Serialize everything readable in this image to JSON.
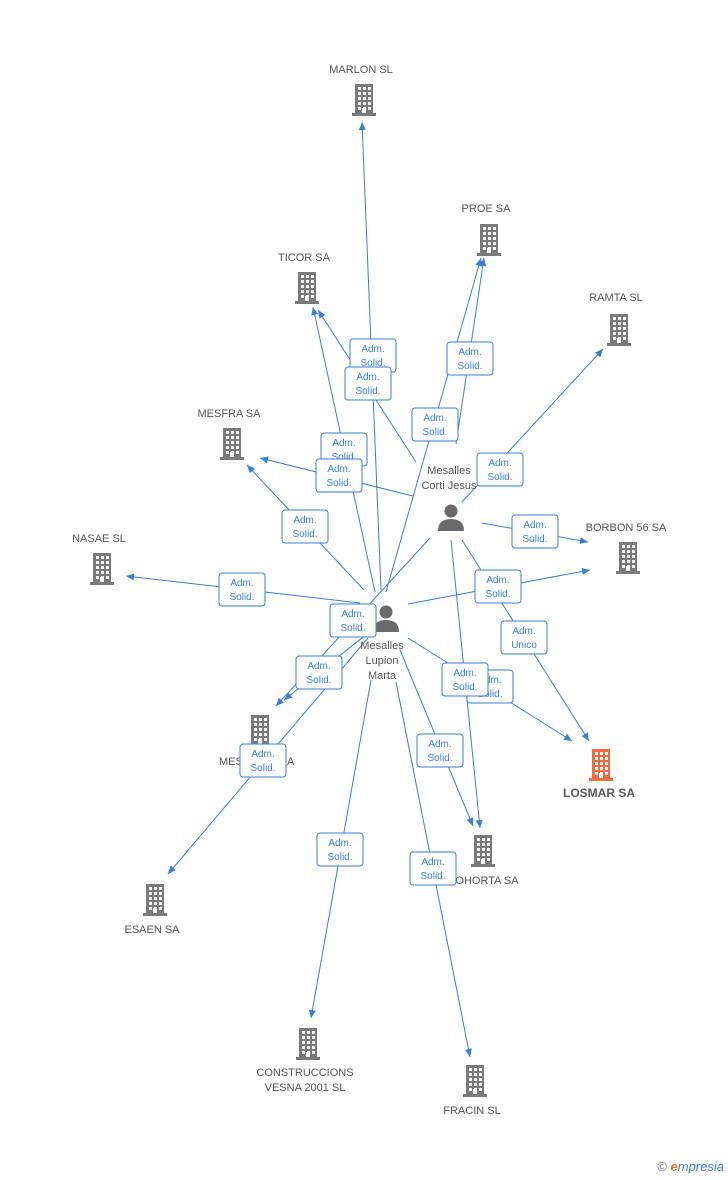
{
  "diagram": {
    "colors": {
      "edge": "#3a7fd5",
      "company": "#7a7a7a",
      "highlight": "#f26a3d",
      "person": "#6a6a6a"
    },
    "nodes": [
      {
        "id": "marlon",
        "type": "company",
        "lines": [
          "MARLON SL"
        ]
      },
      {
        "id": "proe",
        "type": "company",
        "lines": [
          "PROE SA"
        ]
      },
      {
        "id": "ticor",
        "type": "company",
        "lines": [
          "TICOR SA"
        ]
      },
      {
        "id": "ramta",
        "type": "company",
        "lines": [
          "RAMTA SL"
        ]
      },
      {
        "id": "mesfra",
        "type": "company",
        "lines": [
          "MESFRA SA"
        ]
      },
      {
        "id": "nasae",
        "type": "company",
        "lines": [
          "NASAE SL"
        ]
      },
      {
        "id": "borbon",
        "type": "company",
        "lines": [
          "BORBON 56 SA"
        ]
      },
      {
        "id": "losmar",
        "type": "company",
        "highlight": true,
        "lines": [
          "LOSMAR SA"
        ]
      },
      {
        "id": "mes_a",
        "type": "company",
        "lines": [
          "MES",
          "A"
        ]
      },
      {
        "id": "ohorta",
        "type": "company",
        "lines": [
          "OHORTA SA"
        ]
      },
      {
        "id": "esaen",
        "type": "company",
        "lines": [
          "ESAEN SA"
        ]
      },
      {
        "id": "construcciones",
        "type": "company",
        "lines": [
          "CONSTRUCCIONS",
          "VESNA 2001 SL"
        ]
      },
      {
        "id": "fracin",
        "type": "company",
        "lines": [
          "FRACIN SL"
        ]
      },
      {
        "id": "jesus",
        "type": "person",
        "lines": [
          "Mesalles",
          "Corti Jesus"
        ]
      },
      {
        "id": "marta",
        "type": "person",
        "lines": [
          "Mesalles",
          "Lupion",
          "Marta"
        ]
      }
    ],
    "edges": [
      {
        "from": "marta",
        "to": "marlon",
        "label": [
          "Adm.",
          "Solid."
        ]
      },
      {
        "from": "marta",
        "to": "proe",
        "label": [
          "Adm.",
          "Solid."
        ]
      },
      {
        "from": "jesus",
        "to": "proe",
        "label": [
          "Adm.",
          "Solid."
        ]
      },
      {
        "from": "marta",
        "to": "ticor",
        "label": [
          "Adm.",
          "Solid."
        ]
      },
      {
        "from": "jesus",
        "to": "ticor",
        "label": [
          "Adm.",
          "Solid."
        ]
      },
      {
        "from": "jesus",
        "to": "ramta",
        "label": [
          "Adm.",
          "Solid."
        ]
      },
      {
        "from": "marta",
        "to": "mesfra",
        "label": [
          "Adm.",
          "Solid."
        ]
      },
      {
        "from": "jesus",
        "to": "mesfra",
        "label": [
          "Adm.",
          "Solid."
        ]
      },
      {
        "from": "marta",
        "to": "nasae",
        "label": [
          "Adm.",
          "Solid."
        ]
      },
      {
        "from": "jesus",
        "to": "borbon",
        "label": [
          "Adm.",
          "Solid."
        ]
      },
      {
        "from": "marta",
        "to": "borbon",
        "label": [
          "Adm.",
          "Solid."
        ]
      },
      {
        "from": "jesus",
        "to": "losmar",
        "label": [
          "Adm.",
          "Unico"
        ]
      },
      {
        "from": "marta",
        "to": "losmar",
        "label": [
          "Adm.",
          "Solid."
        ]
      },
      {
        "from": "jesus",
        "to": "mes_a",
        "label": [
          "Adm.",
          "Solid."
        ]
      },
      {
        "from": "marta",
        "to": "mes_a",
        "label": [
          "Adm.",
          "Solid."
        ]
      },
      {
        "from": "jesus",
        "to": "ohorta",
        "label": [
          "Adm.",
          "Solid."
        ]
      },
      {
        "from": "marta",
        "to": "ohorta",
        "label": [
          "Adm.",
          "Solid."
        ]
      },
      {
        "from": "marta",
        "to": "esaen",
        "label": [
          "Adm.",
          "Solid."
        ]
      },
      {
        "from": "marta",
        "to": "construcciones",
        "label": [
          "Adm.",
          "Solid."
        ]
      },
      {
        "from": "marta",
        "to": "fracin",
        "label": [
          "Adm.",
          "Solid."
        ]
      }
    ]
  },
  "footer": {
    "copyright": "©",
    "brand_first": "e",
    "brand_rest": "mpresia"
  }
}
